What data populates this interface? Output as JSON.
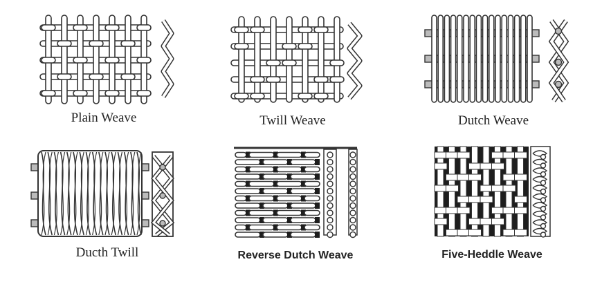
{
  "panels": [
    {
      "id": "plain",
      "caption": "Plain Weave"
    },
    {
      "id": "twill",
      "caption": "Twill Weave"
    },
    {
      "id": "dutch",
      "caption": "Dutch Weave"
    },
    {
      "id": "dutch-twill",
      "caption": "Ducth Twill"
    },
    {
      "id": "reverse-dutch",
      "caption": "Reverse Dutch Weave"
    },
    {
      "id": "five-heddle",
      "caption": "Five-Heddle Weave"
    }
  ],
  "colors": {
    "ink": "#333333",
    "wire": "#ffffff",
    "gray": "#bbbbbb",
    "dark": "#1e1e1e"
  }
}
